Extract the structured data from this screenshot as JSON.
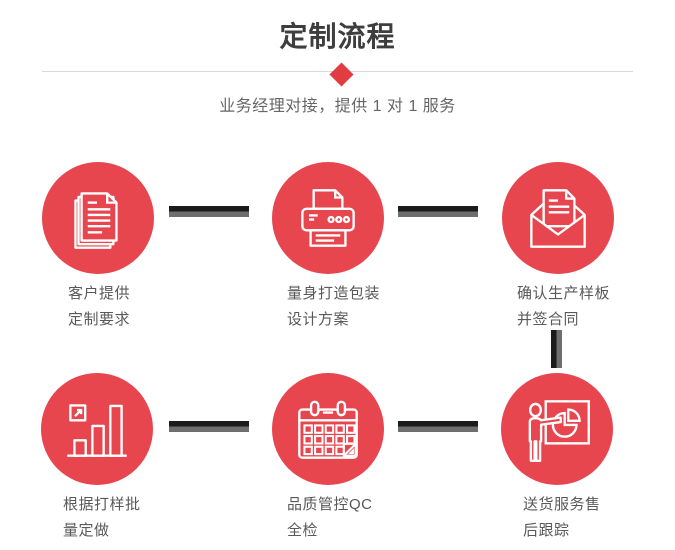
{
  "header": {
    "title": "定制流程",
    "subtitle": "业务经理对接，提供 1 对 1 服务"
  },
  "colors": {
    "accent_red": "#e7464e",
    "diamond_red": "#e23c43",
    "title_text": "#3e3e3e",
    "subtitle_text": "#666666",
    "label_text": "#595959",
    "divider_gray": "#d9d9d9",
    "connector_dark": "#1b1b1b",
    "connector_light": "#6e6e6e",
    "icon_stroke": "#ffffff"
  },
  "steps": [
    {
      "id": "customer-requirements",
      "icon": "documents-icon",
      "label_line1": "客户提供",
      "label_line2": "定制要求"
    },
    {
      "id": "packaging-design",
      "icon": "printer-icon",
      "label_line1": "量身打造包装",
      "label_line2": "设计方案"
    },
    {
      "id": "sample-contract",
      "icon": "open-envelope-icon",
      "label_line1": "确认生产样板",
      "label_line2": "并签合同"
    },
    {
      "id": "batch-production",
      "icon": "bar-chart-icon",
      "label_line1": "根据打样批",
      "label_line2": "量定做"
    },
    {
      "id": "quality-control",
      "icon": "calendar-icon",
      "label_line1": "品质管控QC",
      "label_line2": "全检"
    },
    {
      "id": "delivery-aftersales",
      "icon": "presentation-icon",
      "label_line1": "送货服务售",
      "label_line2": "后跟踪"
    }
  ]
}
